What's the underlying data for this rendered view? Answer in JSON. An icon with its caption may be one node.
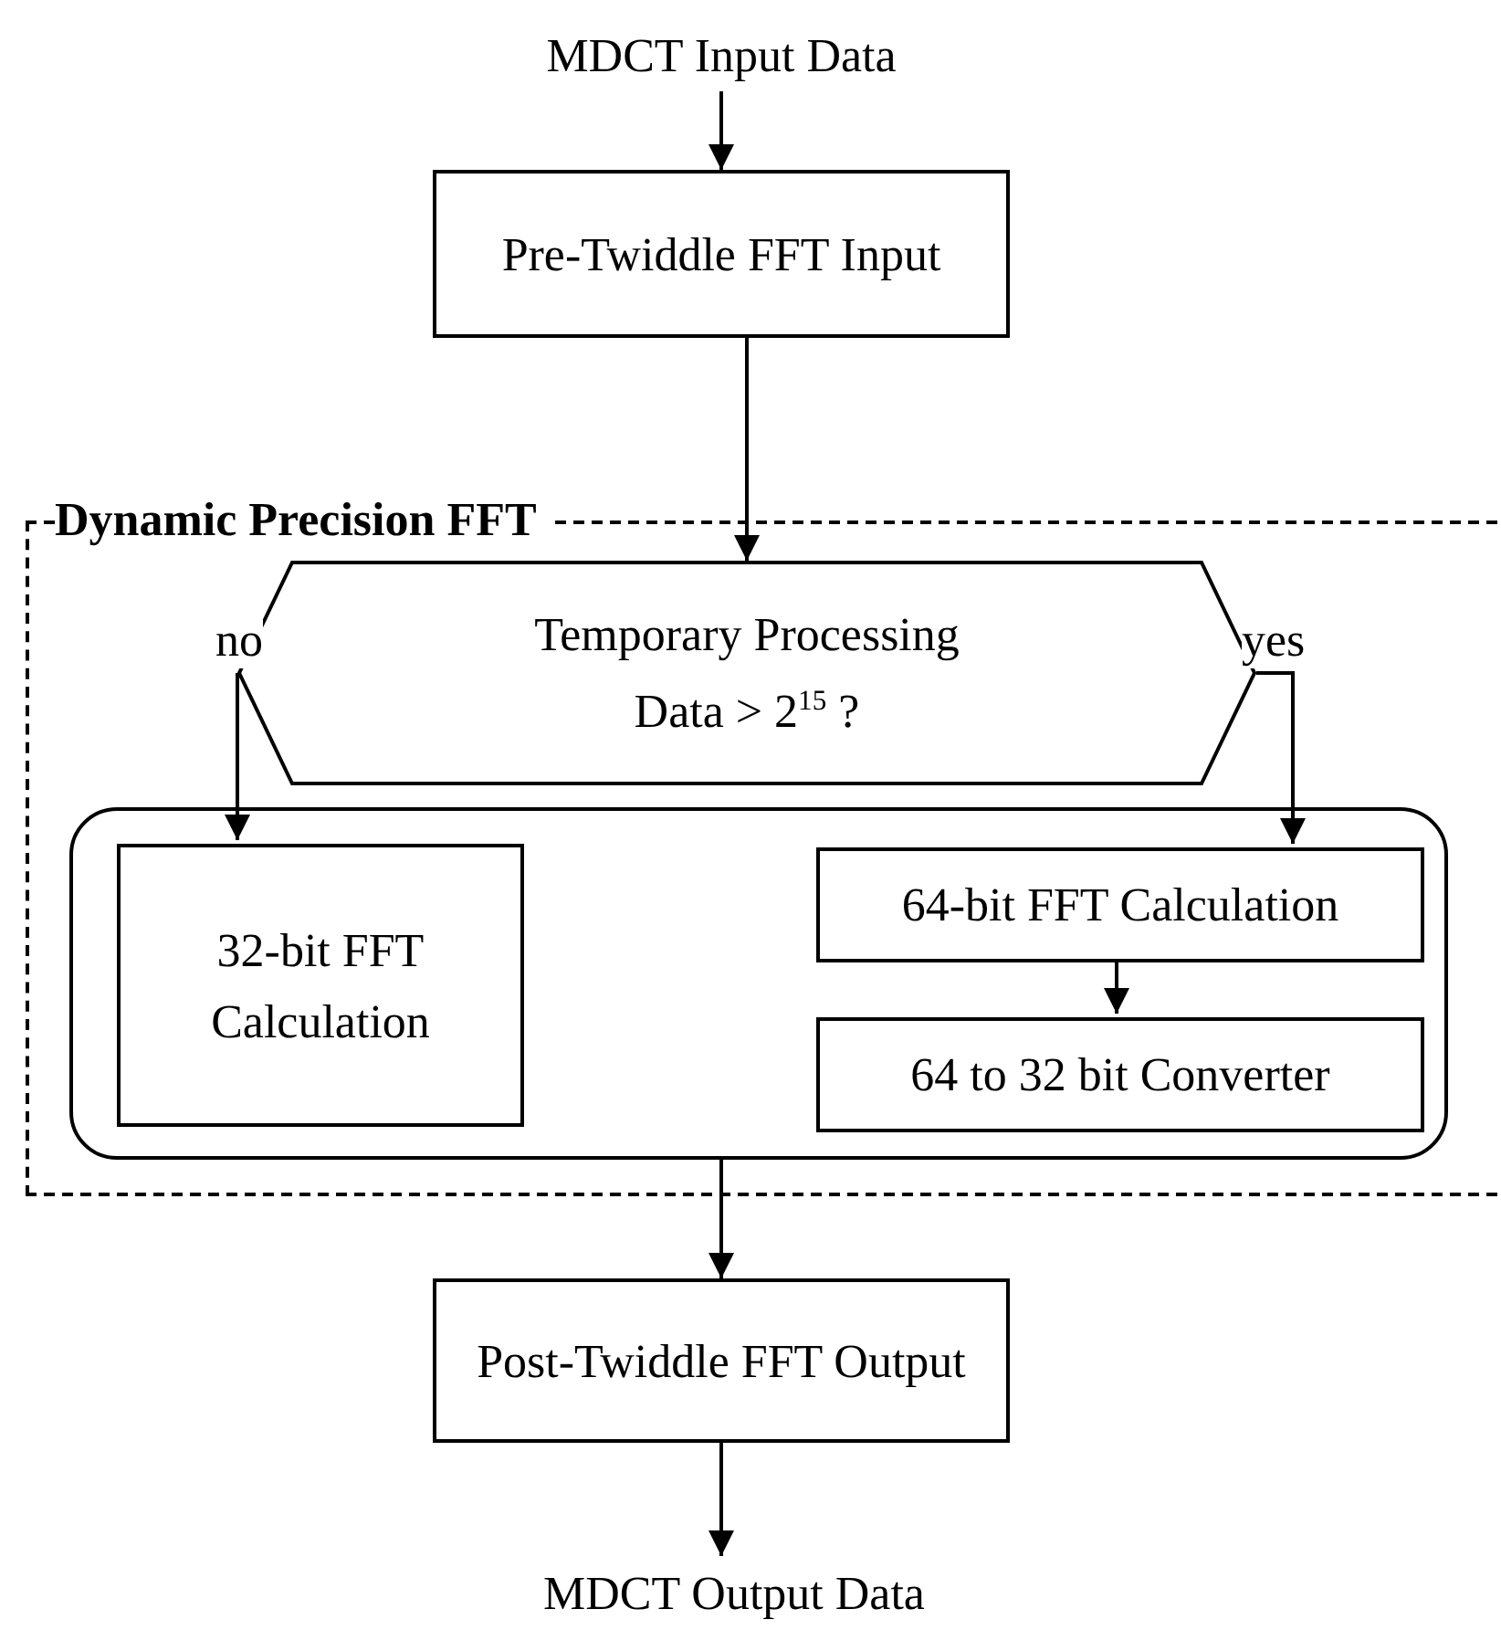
{
  "diagram": {
    "nodes": [
      {
        "text": [
          "MDCT Input Data"
        ]
      },
      {
        "text": [
          "Pre-Twiddle FFT Input"
        ]
      },
      {
        "text": [
          "Dynamic Precision FFT"
        ]
      },
      {
        "text": [
          "Temporary Processing Data > 2$^{15}$ ?"
        ],
        "in": 2
      },
      {
        "text": [],
        "shape": "box",
        "in": 2
      },
      {
        "text": [
          "32-bit FFT Calculation"
        ],
        "in": 4
      },
      {
        "text": [
          "64-bit FFT Calculation"
        ],
        "in": 4
      },
      {
        "text": [
          "64 to 32 bit Converter"
        ],
        "in": 4
      },
      {
        "text": [
          "Post-Twiddle FFT Output"
        ]
      },
      {
        "text": [
          "MDCT Output Data"
        ]
      }
    ],
    "edges": [
      {
        "from": 0,
        "to": 1,
        "arrow": "to"
      },
      {
        "from": 1,
        "to": 3,
        "arrow": "to"
      },
      {
        "from": 3,
        "to": 5,
        "arrow": "to",
        "label": "no"
      },
      {
        "from": 3,
        "to": 6,
        "arrow": "to",
        "label": "yes"
      },
      {
        "from": 6,
        "to": 7,
        "arrow": "to"
      },
      {
        "from": 4,
        "to": 8,
        "arrow": "to"
      },
      {
        "from": 8,
        "to": 9,
        "arrow": "to"
      }
    ]
  }
}
